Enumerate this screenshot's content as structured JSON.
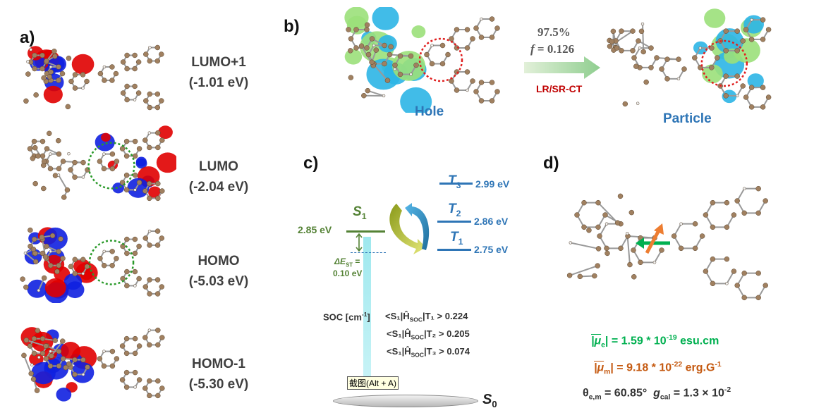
{
  "panels": {
    "a": "a)",
    "b": "b)",
    "c": "c)",
    "d": "d)"
  },
  "panel_a": {
    "orbitals": [
      {
        "name": "LUMO+1",
        "energy": "(-1.01 eV)"
      },
      {
        "name": "LUMO",
        "energy": "(-2.04 eV)"
      },
      {
        "name": "HOMO",
        "energy": "(-5.03 eV)"
      },
      {
        "name": "HOMO-1",
        "energy": "(-5.30 eV)"
      }
    ]
  },
  "panel_b": {
    "hole_label": "Hole",
    "particle_label": "Particle",
    "percent": "97.5%",
    "f_label": "f",
    "f_value": "= 0.126",
    "ct_label": "LR/SR-CT"
  },
  "panel_c": {
    "S1": {
      "label": "S",
      "sub": "1",
      "energy": "2.85 eV"
    },
    "T1": {
      "label": "T",
      "sub": "1",
      "energy": "2.75 eV"
    },
    "T2": {
      "label": "T",
      "sub": "2",
      "energy": "2.86 eV"
    },
    "T3": {
      "label": "T",
      "sub": "3",
      "energy": "2.99 eV"
    },
    "S0": {
      "label": "S",
      "sub": "0"
    },
    "dEST_label": "ΔE",
    "dEST_sub": "ST",
    "dEST_eq": " =",
    "dEST_value": "0.10 eV",
    "soc_title": "SOC [cm",
    "soc_sup": "-1",
    "soc_close": "]",
    "soc_rows": [
      {
        "term": "<S₁|Ĥ",
        "op_sub": "SOC",
        "end": "|T₁ >",
        "value": "0.224"
      },
      {
        "term": "<S₁|Ĥ",
        "op_sub": "SOC",
        "end": "|T₂ >",
        "value": "0.205"
      },
      {
        "term": "<S₁|Ĥ",
        "op_sub": "SOC",
        "end": "|T₃ >",
        "value": "0.074"
      }
    ],
    "tooltip": "截图(Alt + A)"
  },
  "panel_d": {
    "mu_e": {
      "symbol": "|μ",
      "sub": "e",
      "eq": "| = 1.59 * 10",
      "exp": "-19",
      "unit": " esu.cm"
    },
    "mu_m": {
      "symbol": "|μ",
      "sub": "m",
      "eq": "| = 9.18 * 10",
      "exp": "-22",
      "unit": " erg.G",
      "unit_exp": "-1"
    },
    "theta": {
      "symbol": "θ",
      "sub": "e,m",
      "value": " = 60.85°"
    },
    "g": {
      "symbol": "g",
      "sub": "cal",
      "value": " = 1.3 × 10",
      "exp": "-2"
    }
  },
  "colors": {
    "green": "#548235",
    "blue": "#2e75b6",
    "red": "#c00000",
    "mu_e": "#00b050",
    "mu_m": "#c55a11"
  }
}
